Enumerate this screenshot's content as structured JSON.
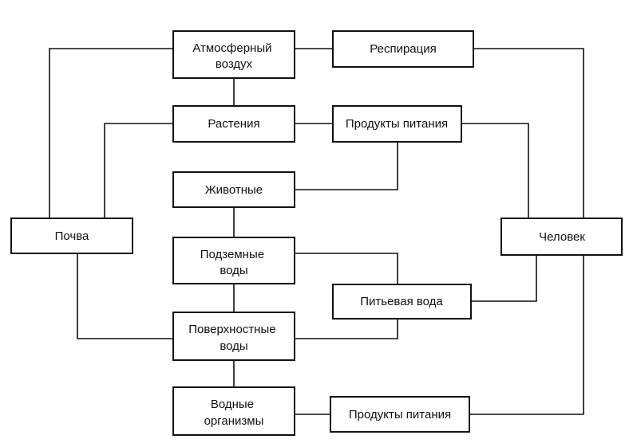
{
  "nodes": {
    "atmosphere": {
      "lines": [
        "Атмосферный",
        "воздух"
      ]
    },
    "respiration": {
      "lines": [
        "Респирация"
      ]
    },
    "plants": {
      "lines": [
        "Растения"
      ]
    },
    "food_top": {
      "lines": [
        "Продукты питания"
      ]
    },
    "animals": {
      "lines": [
        "Животные"
      ]
    },
    "soil": {
      "lines": [
        "Почва"
      ]
    },
    "human": {
      "lines": [
        "Человек"
      ]
    },
    "groundwater": {
      "lines": [
        "Подземные",
        "воды"
      ]
    },
    "drinking_water": {
      "lines": [
        "Питьевая вода"
      ]
    },
    "surface_water": {
      "lines": [
        "Поверхностные",
        "воды"
      ]
    },
    "aquatic_organisms": {
      "lines": [
        "Водные",
        "организмы"
      ]
    },
    "food_bottom": {
      "lines": [
        "Продукты питания"
      ]
    }
  },
  "connections": [
    [
      "atmosphere",
      "respiration"
    ],
    [
      "respiration",
      "human"
    ],
    [
      "atmosphere",
      "soil"
    ],
    [
      "atmosphere",
      "plants"
    ],
    [
      "plants",
      "food_top"
    ],
    [
      "plants",
      "soil"
    ],
    [
      "food_top",
      "human"
    ],
    [
      "food_top",
      "animals"
    ],
    [
      "animals",
      "groundwater"
    ],
    [
      "groundwater",
      "drinking_water"
    ],
    [
      "groundwater",
      "surface_water"
    ],
    [
      "drinking_water",
      "surface_water"
    ],
    [
      "drinking_water",
      "human"
    ],
    [
      "soil",
      "surface_water"
    ],
    [
      "surface_water",
      "aquatic_organisms"
    ],
    [
      "aquatic_organisms",
      "food_bottom"
    ],
    [
      "food_bottom",
      "human"
    ]
  ]
}
